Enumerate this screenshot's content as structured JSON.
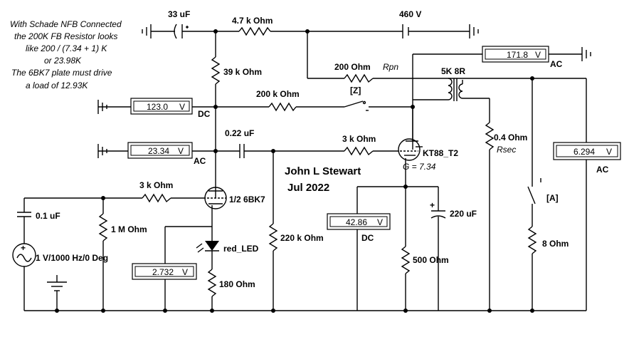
{
  "notes": [
    "With Schade NFB Connected",
    "the 200K FB Resistor looks",
    "like 200 / (7.34 + 1) K",
    "or 23.98K",
    "The 6BK7 plate must drive",
    "a load of 12.93K"
  ],
  "author": "John L Stewart",
  "date": "Jul 2022",
  "components": {
    "c_33uf": "33 uF",
    "r_4k7": "4.7 k Ohm",
    "supply": "460 V",
    "r_39k": "39 k Ohm",
    "r_200": "200  Ohm",
    "rpn": "Rpn",
    "z_tag": "[Z]",
    "xfmr": "5K 8R",
    "r_200k": "200 k Ohm",
    "c_022": "0.22 uF",
    "r_3k_grid": "3 k Ohm",
    "kt88": "KT88_T2",
    "gain": "G = 7.34",
    "r_04": "0.4  Ohm",
    "rsec": "Rsec",
    "r_3k_in": "3 k Ohm",
    "tube_6bk7": "1/2 6BK7",
    "a_tag": "[A]",
    "c_01": "0.1 uF",
    "r_1m": "1 M Ohm",
    "r_220k": "220 k Ohm",
    "c_220uf": "220 uF",
    "r_8": "8  Ohm",
    "led": "red_LED",
    "source": "1 V/1000 Hz/0 Deg",
    "r_500": "500  Ohm",
    "r_180": "180  Ohm"
  },
  "meters": {
    "m1": {
      "value": "171.8",
      "unit": "V",
      "mode": "AC"
    },
    "m2": {
      "value": "123.0",
      "unit": "V",
      "mode": "DC"
    },
    "m3": {
      "value": "23.34",
      "unit": "V",
      "mode": "AC"
    },
    "m4": {
      "value": "6.294",
      "unit": "V",
      "mode": "AC"
    },
    "m5": {
      "value": "42.86",
      "unit": "V",
      "mode": "DC"
    },
    "m6": {
      "value": "2.732",
      "unit": "V",
      "mode": ""
    }
  }
}
